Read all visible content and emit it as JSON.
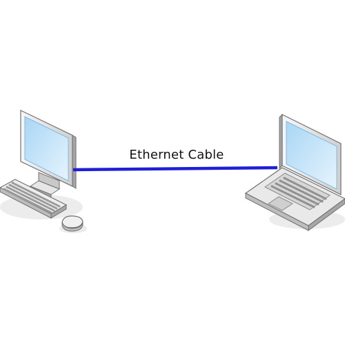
{
  "diagram": {
    "connection": {
      "label": "Ethernet Cable",
      "color": "#1f1fd8"
    },
    "nodes": [
      {
        "type": "desktop-computer",
        "icon": "desktop-computer-icon"
      },
      {
        "type": "laptop",
        "icon": "laptop-icon"
      }
    ],
    "colors": {
      "screen": "#cfe8f8",
      "screen_edge": "#7fb9df",
      "device_light": "#eeeeee",
      "device_mid": "#cfcfcf",
      "device_dark": "#9a9a9a",
      "outline": "#6f6f6f",
      "shadow": "#e3e3e3"
    }
  }
}
